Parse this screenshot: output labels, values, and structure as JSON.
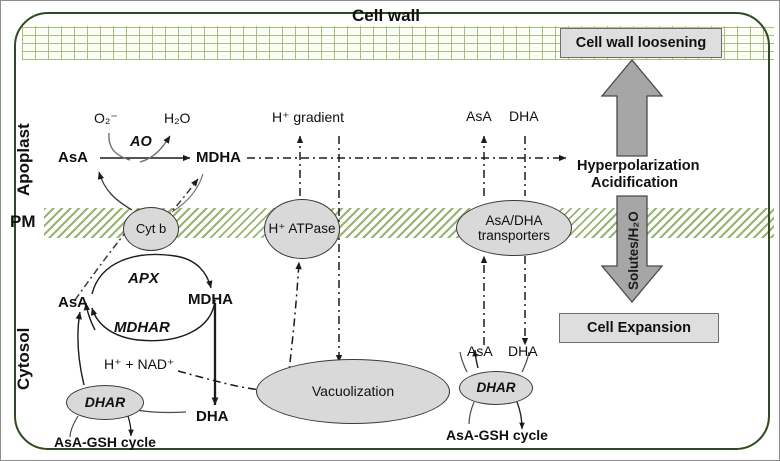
{
  "diagram": {
    "title": "Cell wall",
    "compartments": {
      "apoplast": "Apoplast",
      "pm": "PM",
      "cytosol": "Cytosol"
    },
    "colors": {
      "cell_outline": "#2f4b23",
      "cell_wall_pattern": "#9ab56a",
      "membrane_hatch": "#8fae64",
      "oval_fill": "#d9d9d9",
      "box_fill": "#dedede",
      "arrow_fill": "#a6a6a6",
      "text": "#101010"
    }
  },
  "apoplast": {
    "substrate_o2": "O₂⁻",
    "product_h2o": "H₂O",
    "enzyme_ao": "AO",
    "asa": "AsA",
    "mdha": "MDHA",
    "h_gradient": "H⁺ gradient",
    "asa_transport": "AsA",
    "dha_transport": "DHA"
  },
  "membrane": {
    "cyt_b": "Cyt b",
    "h_atpase_prefix": "H",
    "h_atpase": "H⁺ ATPase",
    "transporters_line1": "AsA/DHA",
    "transporters_line2": "transporters"
  },
  "cytosol": {
    "asa": "AsA",
    "mdha": "MDHA",
    "dha": "DHA",
    "enzyme_apx": "APX",
    "enzyme_mdhar": "MDHAR",
    "enzyme_dhar": "DHAR",
    "cofactor": "H⁺ + NAD⁺",
    "asa_gsh_cycle": "AsA-GSH cycle",
    "vacuolization": "Vacuolization",
    "right_asa": "AsA",
    "right_dha": "DHA",
    "right_enzyme_dhar": "DHAR",
    "right_asa_gsh_cycle": "AsA-GSH cycle"
  },
  "outputs": {
    "cell_wall_loosening": "Cell wall loosening",
    "hyperpolarization": "Hyperpolarization",
    "acidification": "Acidification",
    "solutes_water": "Solutes/H₂O",
    "cell_expansion": "Cell Expansion"
  }
}
